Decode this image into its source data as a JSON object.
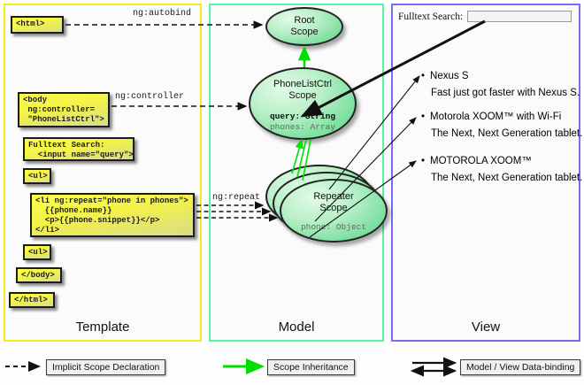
{
  "columns": [
    {
      "id": "template",
      "label": "Template",
      "color": "#f2ea1a"
    },
    {
      "id": "model",
      "label": "Model",
      "color": "#59f0a8"
    },
    {
      "id": "view",
      "label": "View",
      "color": "#7b6bf0"
    }
  ],
  "template": {
    "boxes": [
      {
        "name": "html-open-box",
        "text": "<html>"
      },
      {
        "name": "body-box",
        "text": "<body\n ng:controller=\n \"PhoneListCtrl\">"
      },
      {
        "name": "search-box",
        "text": "Fulltext Search:\n  <input name=\"query\">"
      },
      {
        "name": "ul-open-box",
        "text": "<ul>"
      },
      {
        "name": "li-repeat-box",
        "text": "<li ng:repeat=\"phone in phones\">\n  {{phone.name}}\n  <p>{{phone.snippet}}</p>\n</li>"
      },
      {
        "name": "ul-close-box",
        "text": "<ul>"
      },
      {
        "name": "body-close-box",
        "text": "</body>"
      },
      {
        "name": "html-close-box",
        "text": "</html>"
      }
    ]
  },
  "edges": {
    "autobind": "ng:autobind",
    "controller": "ng:controller",
    "repeat": "ng:repeat"
  },
  "model": {
    "scopes": [
      {
        "name": "root-scope",
        "title_line1": "Root",
        "title_line2": "Scope",
        "props": []
      },
      {
        "name": "phonelistctrl-scope",
        "title_line1": "PhoneListCtrl",
        "title_line2": "Scope",
        "props": [
          {
            "text": "query: String",
            "style": "bold"
          },
          {
            "text": "phones: Array",
            "style": "dim"
          }
        ]
      },
      {
        "name": "repeater-scope",
        "title_line1": "Repeater",
        "title_line2": "Scope",
        "props": [
          {
            "text": "phone: Object",
            "style": "dim"
          }
        ]
      }
    ]
  },
  "view": {
    "search_label": "Fulltext Search:",
    "search_value": "",
    "search_placeholder": "",
    "phones": [
      {
        "name": "Nexus S",
        "snippet": "Fast just got faster with Nexus S."
      },
      {
        "name": "Motorola XOOM™  with Wi-Fi",
        "snippet": "The Next, Next Generation tablet."
      },
      {
        "name": "MOTOROLA XOOM™",
        "snippet": "The Next, Next Generation tablet."
      }
    ],
    "bullet": "•"
  },
  "legend": [
    {
      "name": "legend-implicit-scope",
      "label": "Implicit Scope Declaration",
      "arrow": "dashed-black"
    },
    {
      "name": "legend-scope-inheritance",
      "label": "Scope Inheritance",
      "arrow": "solid-green"
    },
    {
      "name": "legend-data-binding",
      "label": "Model / View Data-binding",
      "arrow": "double-black"
    }
  ],
  "colors": {
    "template_border": "#f2ea1a",
    "model_border": "#59f0a8",
    "view_border": "#7b6bf0",
    "scope_green": "#7ddfa0",
    "code_yellow": "#fdfd4a",
    "inheritance_green": "#00e000"
  }
}
